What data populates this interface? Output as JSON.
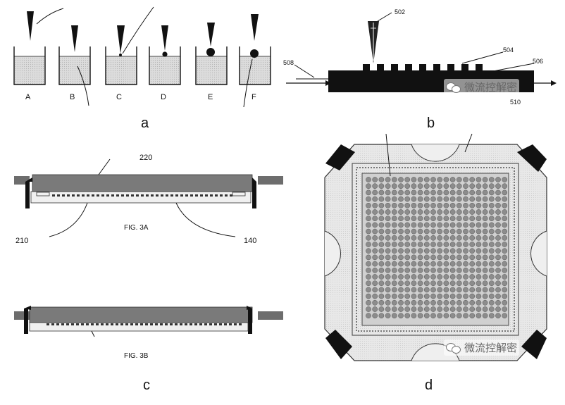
{
  "panels": {
    "a": {
      "label": "a",
      "steps": [
        "A",
        "B",
        "C",
        "D",
        "E",
        "F"
      ]
    },
    "b": {
      "label": "b",
      "callouts": [
        "502",
        "504",
        "506",
        "508",
        "510"
      ]
    },
    "c": {
      "label": "c",
      "fig_top": "FIG. 3A",
      "fig_bottom": "FIG. 3B",
      "callouts": [
        "220",
        "210",
        "140"
      ]
    },
    "d": {
      "label": "d"
    }
  },
  "watermark": "微流控解密",
  "colors": {
    "ink": "#111111",
    "liquid": "#d9d9d9",
    "plate": "#7a7a7a",
    "chip": "#e4e4e4",
    "well": "#8c8c8c"
  }
}
